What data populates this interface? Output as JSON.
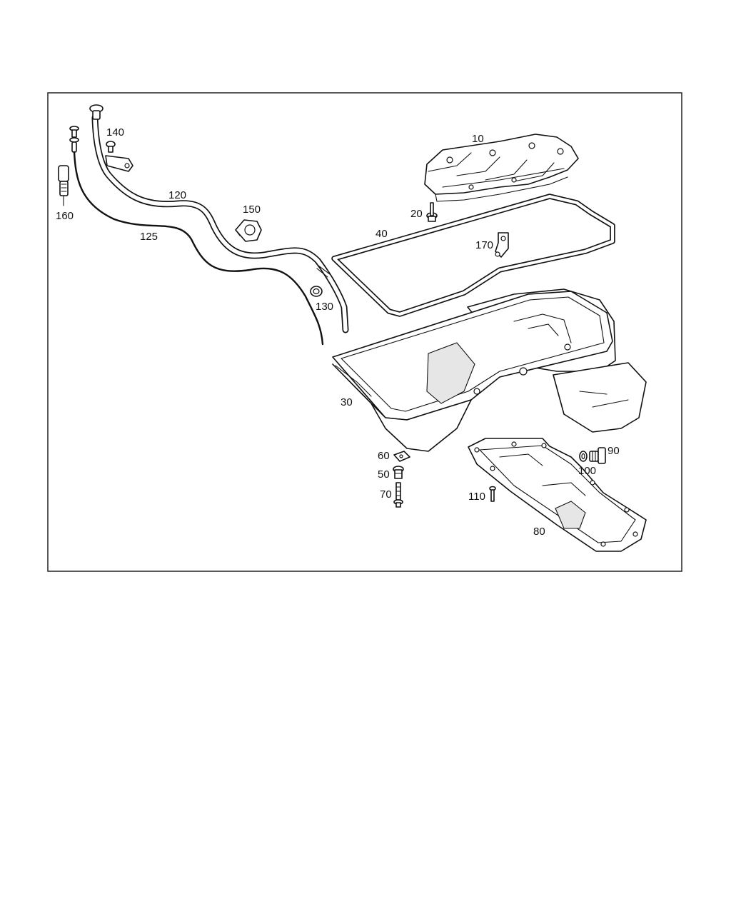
{
  "labels": {
    "p10": "10",
    "p20": "20",
    "p30": "30",
    "p40": "40",
    "p50": "50",
    "p60": "60",
    "p70": "70",
    "p80": "80",
    "p90": "90",
    "p100": "100",
    "p110": "110",
    "p120": "120",
    "p125": "125",
    "p130": "130",
    "p140": "140",
    "p150": "150",
    "p160": "160",
    "p170": "170"
  }
}
